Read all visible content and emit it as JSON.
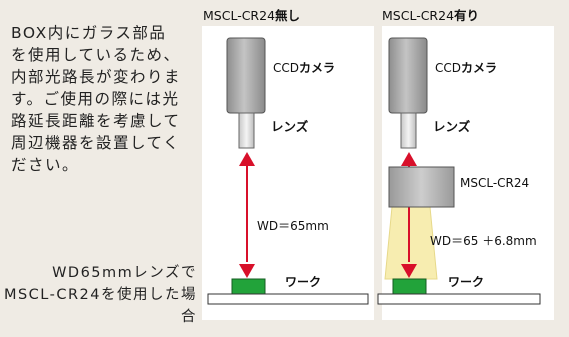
{
  "note": "BOX内にガラス部品を使用しているため、内部光路長が変わります。ご使用の際には光路延長距離を考慮して周辺機器を設置してください。",
  "caption": "WD65mmレンズでMSCL-CR24を使用した場合",
  "left_panel": {
    "title_prefix": "MSCL-CR24",
    "title_suffix": "無し",
    "camera_label_prefix": "CCD",
    "camera_label_suffix": "カメラ",
    "lens_label": "レンズ",
    "wd_label": "WD＝65mm",
    "work_label": "ワーク"
  },
  "right_panel": {
    "title_prefix": "MSCL-CR24",
    "title_suffix": "有り",
    "camera_label_prefix": "CCD",
    "camera_label_suffix": "カメラ",
    "lens_label": "レンズ",
    "box_label": "MSCL-CR24",
    "wd_label": "WD＝65 ＋6.8mm",
    "work_label": "ワーク"
  },
  "colors": {
    "background": "#efebe4",
    "camera_gray": "#a9a9a9",
    "arrow_red": "#d8102a",
    "work_green": "#22a33a",
    "light_cone": "#f7edb0"
  }
}
